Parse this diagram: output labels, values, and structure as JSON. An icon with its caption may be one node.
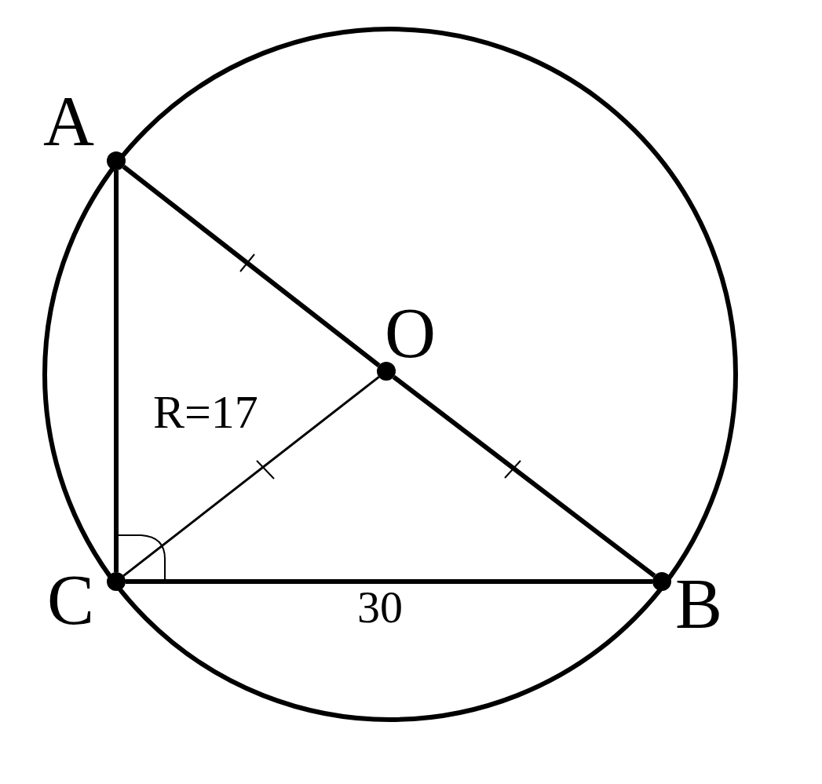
{
  "diagram": {
    "nodes": [
      {
        "text": [],
        "shape": "circle",
        "beside": [
          "A"
        ]
      },
      {
        "text": [],
        "shape": "circle",
        "beside": [
          "O"
        ]
      },
      {
        "text": [],
        "shape": "circle",
        "beside": [
          "C"
        ]
      },
      {
        "text": [],
        "shape": "circle",
        "beside": [
          "B"
        ]
      }
    ],
    "edges": [
      {
        "from": 0,
        "to": 2,
        "arrow": "none"
      },
      {
        "from": 0,
        "to": 1,
        "arrow": "none"
      },
      {
        "from": 1,
        "to": 3,
        "arrow": "none"
      },
      {
        "from": 2,
        "to": 3,
        "arrow": "none"
      },
      {
        "from": 2,
        "to": 1,
        "arrow": "none"
      }
    ],
    "labels": [
      "R=17",
      "30"
    ]
  }
}
